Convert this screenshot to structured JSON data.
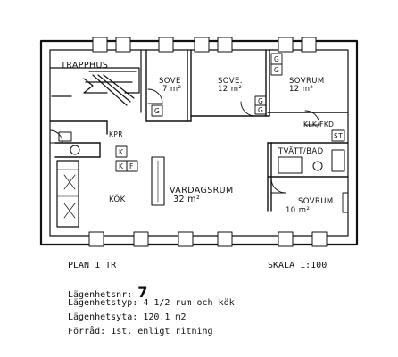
{
  "rooms": {
    "trapphus": "TRAPPHUS",
    "sove1": "SOVE",
    "sove1_area": "7 m²",
    "sove2": "SOVE.",
    "sove2_area": "12 m²",
    "sovrum1": "SOVRUM",
    "sovrum1_area": "12 m²",
    "kpr": "KPR",
    "kok": "KÖK",
    "vardagsrum": "VARDAGSRUM",
    "vardagsrum_area": "32 m²",
    "klk_fkd": "KLK/FKD",
    "tvatt_bad": "TVÄTT/BAD",
    "sovrum2": "SOVRUM",
    "sovrum2_area": "10 m²"
  },
  "small_labels": {
    "g": "G",
    "k": "K",
    "f": "F",
    "st": "ST"
  },
  "footer": {
    "plan": "PLAN 1 TR",
    "scale": "SKALA 1:100",
    "apt_no_label": "Lägenhetsnr:",
    "apt_no": "7",
    "type_label": "Lägenhetstyp:",
    "type": "4 1/2 rum och kök",
    "area_label": "Lägenhetsyta:",
    "area": "120.1 m2",
    "storage_label": "Förråd:",
    "storage": "1st. enligt ritning"
  }
}
